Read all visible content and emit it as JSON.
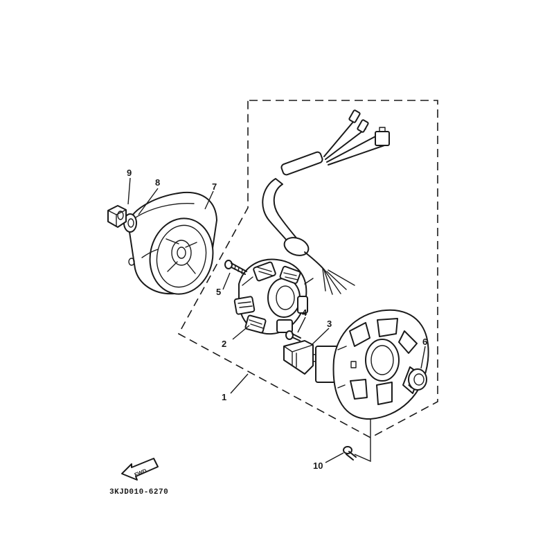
{
  "diagram": {
    "part_numbers": [
      "1",
      "2",
      "3",
      "4",
      "5",
      "6",
      "7",
      "8",
      "9",
      "10"
    ],
    "forward_marker": "FWD",
    "figure_code": "3KJD010-6270"
  },
  "colors": {
    "ink": "#1a1a1a",
    "background": "#ffffff"
  },
  "icons": {
    "forward": "arrow-icon"
  }
}
